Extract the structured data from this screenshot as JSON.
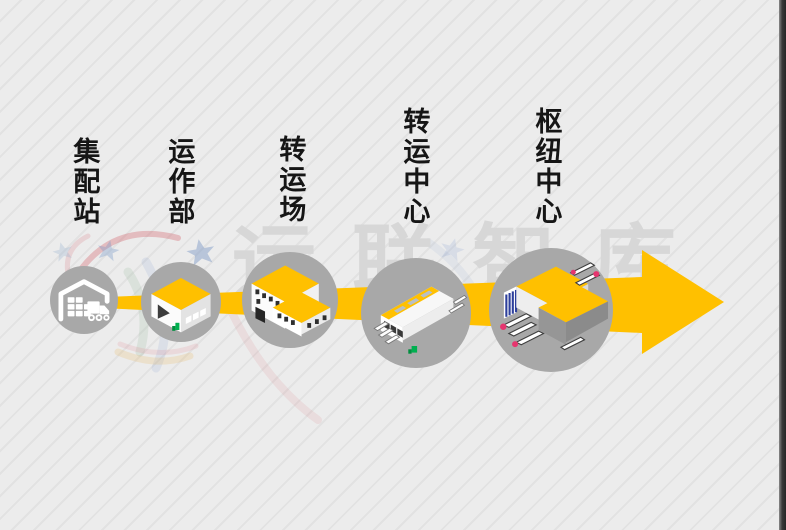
{
  "watermark": {
    "text": "运联智库",
    "text_color": "#d7d7d7",
    "logo_icons": [
      "star-icon",
      "swoosh-icon"
    ]
  },
  "flow": {
    "stages": [
      {
        "label": "集配站",
        "icon": "warehouse-truck-icon"
      },
      {
        "label": "运作部",
        "icon": "small-warehouse-icon"
      },
      {
        "label": "转运场",
        "icon": "warehouse-complex-icon"
      },
      {
        "label": "转运中心",
        "icon": "crossdock-center-icon"
      },
      {
        "label": "枢纽中心",
        "icon": "hub-complex-icon"
      }
    ],
    "arrow_color": "#ffc000",
    "direction": "left-to-right"
  },
  "colors": {
    "background": "#ececec",
    "circle_gray": "#a8a8a8",
    "accent_yellow": "#ffc000",
    "label_text": "#161616",
    "forklift_green": "#00b050",
    "truck_red": "#e6356f",
    "stripe_blue": "#2d3f9b",
    "edge_strip_dark": "#2e2e2e"
  }
}
